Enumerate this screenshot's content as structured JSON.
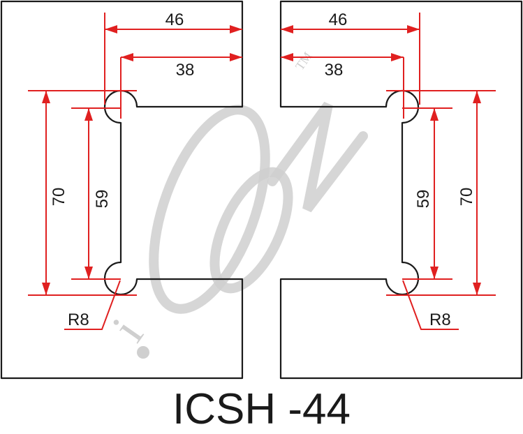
{
  "title": "ICSH -44",
  "watermark": {
    "letters": [
      "i",
      "C",
      "O",
      "N"
    ],
    "trademark": "TM"
  },
  "left_part": {
    "dim_width_outer": "46",
    "dim_width_inner": "38",
    "dim_height_outer": "70",
    "dim_height_inner": "59",
    "radius_label": "R8"
  },
  "right_part": {
    "dim_width_outer": "46",
    "dim_width_inner": "38",
    "dim_height_outer": "70",
    "dim_height_inner": "59",
    "radius_label": "R8"
  },
  "colors": {
    "outline": "#1a1a1a",
    "dimension": "#e02020",
    "watermark": "#cfcfcf"
  }
}
